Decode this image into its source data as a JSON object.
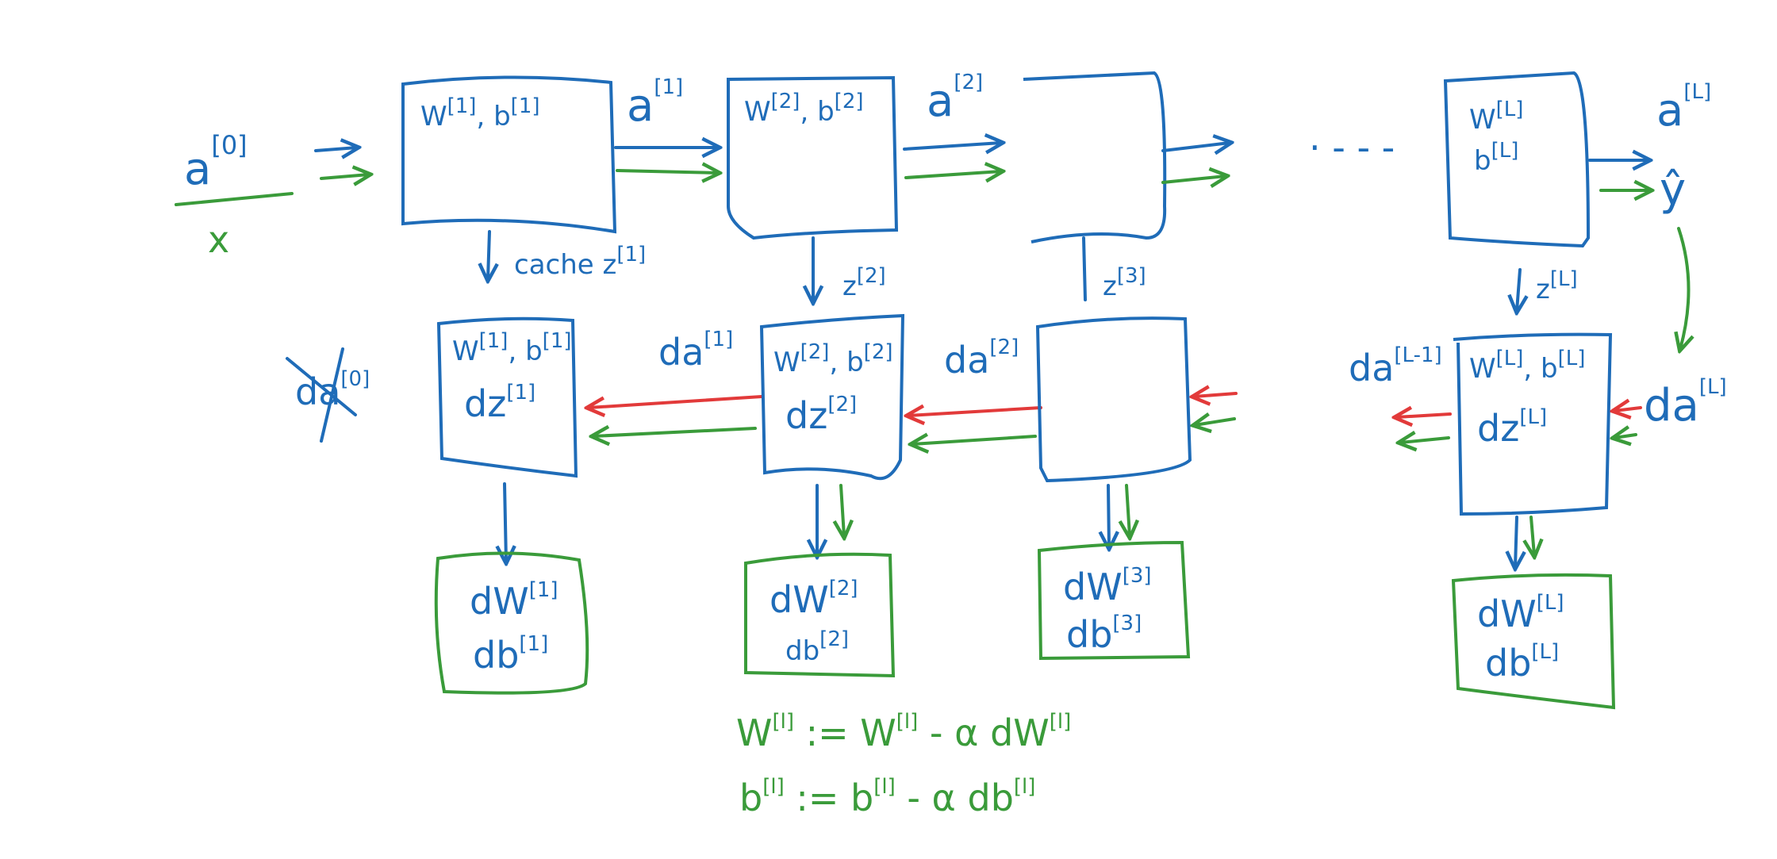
{
  "colors": {
    "forward": "#1f6cb8",
    "update": "#3a9b3a",
    "backward": "#e23a3a"
  },
  "forward": {
    "input": {
      "a": "a",
      "a_sup": "[0]",
      "x": "x"
    },
    "layer1": {
      "params": "W",
      "w_sup": "[1]",
      "b": ", b",
      "b_sup": "[1]",
      "out": "a",
      "out_sup": "[1]",
      "cache": "cache z",
      "cache_sup": "[1]"
    },
    "layer2": {
      "params": "W",
      "w_sup": "[2]",
      "b": ", b",
      "b_sup": "[2]",
      "out": "a",
      "out_sup": "[2]",
      "cache": "z",
      "cache_sup": "[2]"
    },
    "layer3": {
      "cache": "z",
      "cache_sup": "[3]"
    },
    "ellipsis": "· - - -",
    "layerL": {
      "w": "W",
      "w_sup": "[L]",
      "b": "b",
      "b_sup": "[L]",
      "out": "a",
      "out_sup": "[L]",
      "yhat": "ŷ",
      "cache": "z",
      "cache_sup": "[L]"
    }
  },
  "backward": {
    "da0": {
      "label": "da",
      "sup": "[0]"
    },
    "layer1": {
      "params": "W",
      "w_sup": "[1]",
      "b": ", b",
      "b_sup": "[1]",
      "dz": "dz",
      "dz_sup": "[1]",
      "da": "da",
      "da_sup": "[1]"
    },
    "layer2": {
      "params": "W",
      "w_sup": "[2]",
      "b": ", b",
      "b_sup": "[2]",
      "dz": "dz",
      "dz_sup": "[2]",
      "da": "da",
      "da_sup": "[2]"
    },
    "layerL": {
      "params": "W",
      "w_sup": "[L]",
      "b": ", b",
      "b_sup": "[L]",
      "dz": "dz",
      "dz_sup": "[L]",
      "da_prev": "da",
      "da_prev_sup": "[L-1]",
      "da": "da",
      "da_sup": "[L]"
    }
  },
  "gradients": [
    {
      "dw": "dW",
      "dw_sup": "[1]",
      "db": "db",
      "db_sup": "[1]"
    },
    {
      "dw": "dW",
      "dw_sup": "[2]",
      "db": "db",
      "db_sup": "[2]"
    },
    {
      "dw": "dW",
      "dw_sup": "[3]",
      "db": "db",
      "db_sup": "[3]"
    },
    {
      "dw": "dW",
      "dw_sup": "[L]",
      "db": "db",
      "db_sup": "[L]"
    }
  ],
  "update": {
    "w_line": {
      "lhs": "W",
      "lhs_sup": "[l]",
      "op": " := W",
      "op_sup": "[l]",
      "rhs": " - α dW",
      "rhs_sup": "[l]"
    },
    "b_line": {
      "lhs": "b",
      "lhs_sup": "[l]",
      "op": " := b",
      "op_sup": "[l]",
      "rhs": " - α db",
      "rhs_sup": "[l]"
    }
  }
}
